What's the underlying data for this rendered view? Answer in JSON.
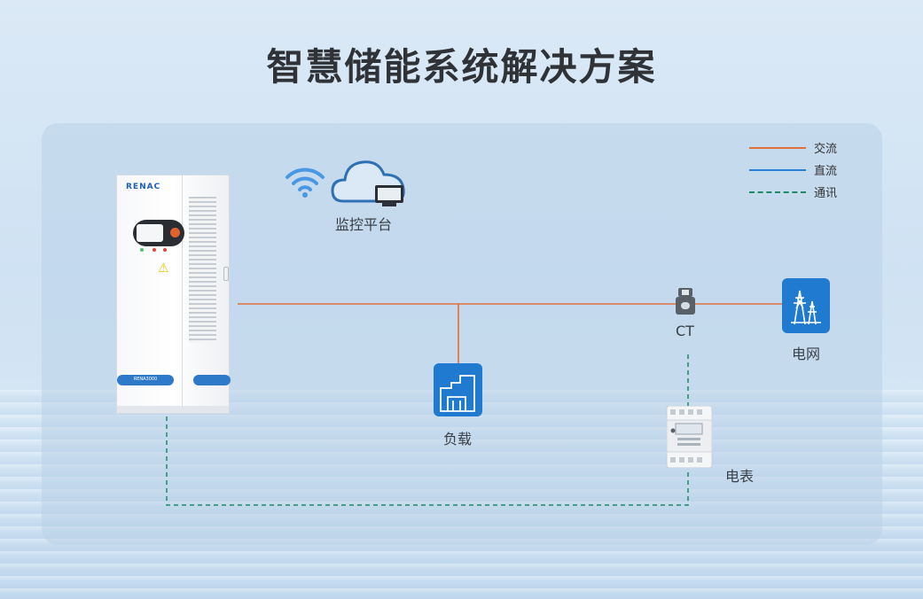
{
  "title": "智慧储能系统解决方案",
  "legend": [
    {
      "label": "交流",
      "color": "#e0703a",
      "style": "solid"
    },
    {
      "label": "直流",
      "color": "#2a7fd8",
      "style": "solid"
    },
    {
      "label": "通讯",
      "color": "#1f8a6a",
      "style": "dashed"
    }
  ],
  "nodes": {
    "cabinet": {
      "brand": "RENAC",
      "model": "RENA3000"
    },
    "monitor": {
      "label": "监控平台",
      "icons": [
        "wifi-icon",
        "cloud-icon",
        "monitor-icon"
      ]
    },
    "ct": {
      "label": "CT",
      "icon": "ct-clamp-icon"
    },
    "grid": {
      "label": "电网",
      "icon": "transmission-tower-icon"
    },
    "load": {
      "label": "负载",
      "icon": "factory-icon"
    },
    "meter": {
      "label": "电表",
      "icon": "energy-meter-icon"
    }
  },
  "colors": {
    "accent": "#1f7ad0",
    "ac": "#e0703a",
    "comm": "#1f8a6a",
    "title": "#2f3338"
  }
}
